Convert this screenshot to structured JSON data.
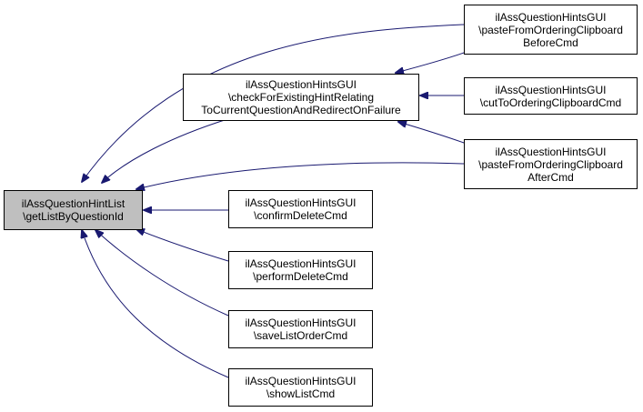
{
  "diagram": {
    "colors": {
      "edge": "#191970",
      "node_border": "#000000",
      "focus_fill": "#bfbfbf",
      "node_fill": "#ffffff"
    },
    "nodes": [
      {
        "id": "target",
        "lines": [
          "ilAssQuestionHintList",
          "\\getListByQuestionId"
        ]
      },
      {
        "id": "check",
        "lines": [
          "ilAssQuestionHintsGUI",
          "\\checkForExistingHintRelating",
          "ToCurrentQuestionAndRedirectOnFailure"
        ]
      },
      {
        "id": "pasteBefore",
        "lines": [
          "ilAssQuestionHintsGUI",
          "\\pasteFromOrderingClipboard",
          "BeforeCmd"
        ]
      },
      {
        "id": "cut",
        "lines": [
          "ilAssQuestionHintsGUI",
          "\\cutToOrderingClipboardCmd"
        ]
      },
      {
        "id": "pasteAfter",
        "lines": [
          "ilAssQuestionHintsGUI",
          "\\pasteFromOrderingClipboard",
          "AfterCmd"
        ]
      },
      {
        "id": "confirmDelete",
        "lines": [
          "ilAssQuestionHintsGUI",
          "\\confirmDeleteCmd"
        ]
      },
      {
        "id": "performDelete",
        "lines": [
          "ilAssQuestionHintsGUI",
          "\\performDeleteCmd"
        ]
      },
      {
        "id": "saveListOrder",
        "lines": [
          "ilAssQuestionHintsGUI",
          "\\saveListOrderCmd"
        ]
      },
      {
        "id": "showList",
        "lines": [
          "ilAssQuestionHintsGUI",
          "\\showListCmd"
        ]
      }
    ],
    "edges": [
      {
        "from": "pasteBefore",
        "to": "target"
      },
      {
        "from": "check",
        "to": "target"
      },
      {
        "from": "pasteAfter",
        "to": "target"
      },
      {
        "from": "confirmDelete",
        "to": "target"
      },
      {
        "from": "performDelete",
        "to": "target"
      },
      {
        "from": "saveListOrder",
        "to": "target"
      },
      {
        "from": "showList",
        "to": "target"
      },
      {
        "from": "pasteBefore",
        "to": "check"
      },
      {
        "from": "cut",
        "to": "check"
      },
      {
        "from": "pasteAfter",
        "to": "check"
      }
    ]
  }
}
